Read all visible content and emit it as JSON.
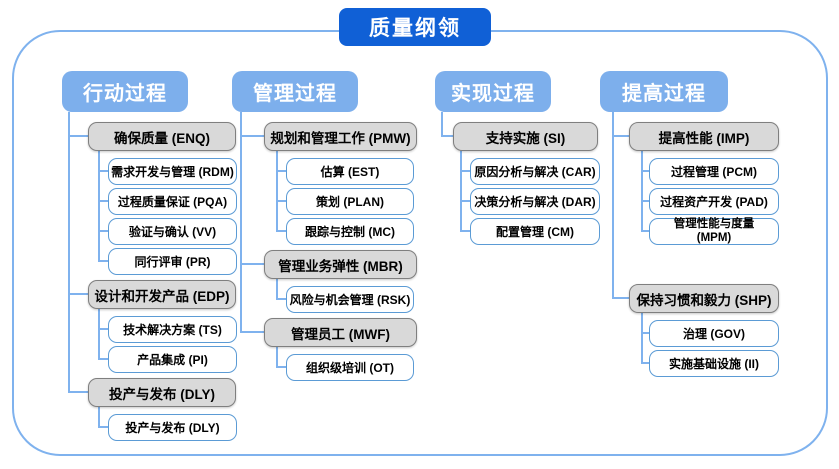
{
  "title": "质量纲领",
  "colors": {
    "title_bg": "#1060D6",
    "header_bg": "#7DAFEC",
    "header_text": "#FFFFFF",
    "line": "#7FB2EE",
    "outer_border": "#7FB2EE",
    "white_box_border": "#5B9BD5",
    "gray_box_bg": "#D9D9D9",
    "gray_box_border": "#7F7F7F",
    "text": "#000000"
  },
  "columns": [
    {
      "header": "行动过程",
      "groups": [
        {
          "label": "确保质量 (ENQ)",
          "children": [
            {
              "label": "需求开发与管理 (RDM)"
            },
            {
              "label": "过程质量保证 (PQA)"
            },
            {
              "label": "验证与确认 (VV)"
            },
            {
              "label": "同行评审 (PR)"
            }
          ]
        },
        {
          "label": "设计和开发产品 (EDP)",
          "children": [
            {
              "label": "技术解决方案 (TS)"
            },
            {
              "label": "产品集成 (PI)"
            }
          ]
        },
        {
          "label": "投产与发布 (DLY)",
          "children": [
            {
              "label": "投产与发布 (DLY)"
            }
          ]
        }
      ]
    },
    {
      "header": "管理过程",
      "groups": [
        {
          "label": "规划和管理工作 (PMW)",
          "children": [
            {
              "label": "估算 (EST)"
            },
            {
              "label": "策划 (PLAN)"
            },
            {
              "label": "跟踪与控制 (MC)"
            }
          ]
        },
        {
          "label": "管理业务弹性 (MBR)",
          "children": [
            {
              "label": "风险与机会管理 (RSK)"
            }
          ]
        },
        {
          "label": "管理员工 (MWF)",
          "children": [
            {
              "label": "组织级培训 (OT)"
            }
          ]
        }
      ]
    },
    {
      "header": "实现过程",
      "groups": [
        {
          "label": "支持实施 (SI)",
          "children": [
            {
              "label": "原因分析与解决 (CAR)"
            },
            {
              "label": "决策分析与解决 (DAR)"
            },
            {
              "label": "配置管理 (CM)"
            }
          ]
        }
      ]
    },
    {
      "header": "提高过程",
      "groups": [
        {
          "label": "提高性能 (IMP)",
          "children": [
            {
              "label": "过程管理 (PCM)"
            },
            {
              "label": "过程资产开发 (PAD)"
            },
            {
              "label": "管理性能与度量\n(MPM)"
            }
          ]
        },
        {
          "label": "保持习惯和毅力 (SHP)",
          "children": [
            {
              "label": "治理 (GOV)"
            },
            {
              "label": "实施基础设施 (II)"
            }
          ]
        }
      ]
    }
  ]
}
